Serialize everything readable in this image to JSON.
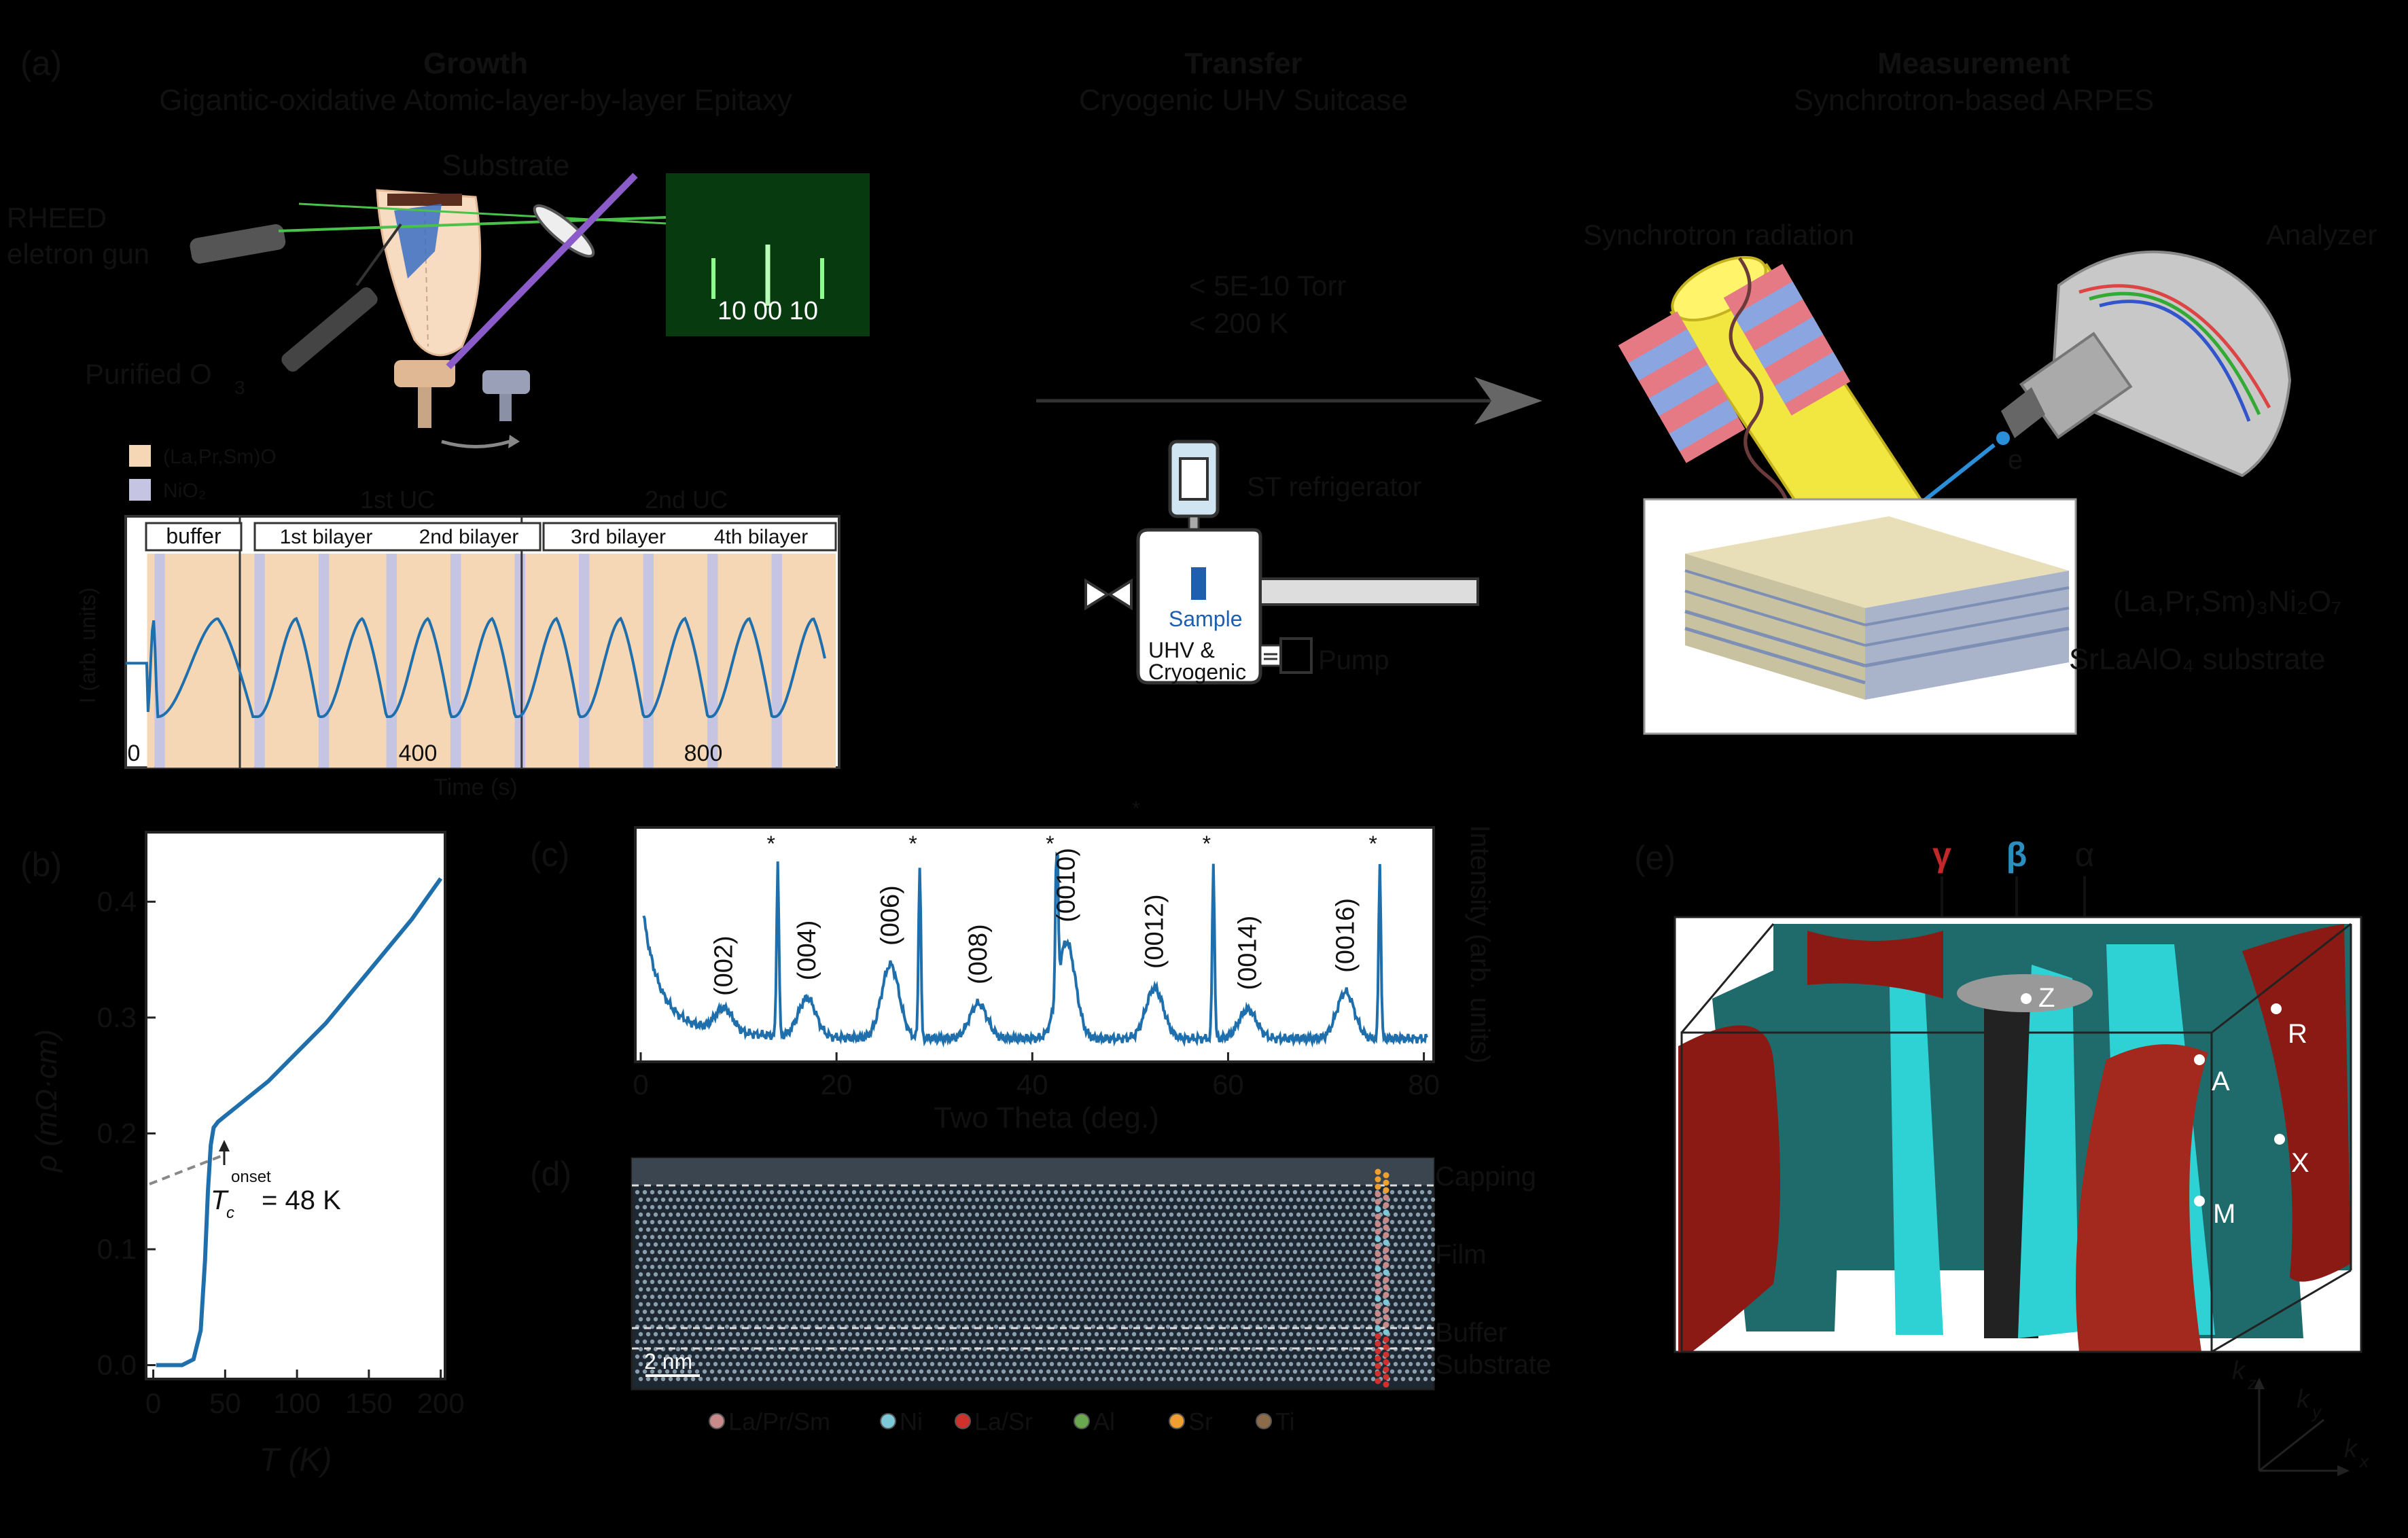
{
  "panel_a": {
    "label": "(a)",
    "growth": {
      "title": "Growth",
      "subtitle": "Gigantic-oxidative Atomic-layer-by-layer Epitaxy"
    },
    "transfer": {
      "title": "Transfer",
      "subtitle": "Cryogenic UHV Suitcase",
      "conditions": [
        "< 5E-10 Torr",
        "< 200 K"
      ]
    },
    "measurement": {
      "title": "Measurement",
      "subtitle": "Synchrotron-based ARPES"
    },
    "growth_labels": {
      "substrate": "Substrate",
      "rheed_1": "RHEED",
      "rheed_2": "eletron gun",
      "ozone": "Purified O",
      "ozone_sub": "3",
      "rheed_pattern": "10 00 10"
    },
    "transfer_labels": {
      "refrigerator": "ST refrigerator",
      "sample": "Sample",
      "chamber_1": "UHV &",
      "chamber_2": "Cryogenic",
      "pump": "Pump"
    },
    "arpes_labels": {
      "synchrotron": "Synchrotron radiation",
      "analyzer": "Analyzer",
      "electron": "e",
      "film": "(La,Pr,Sm)₃Ni₂O₇",
      "substrate": "SrLaAlO₄ substrate"
    },
    "colors": {
      "laprsmo": "#f6d7b5",
      "nio2": "#c6c4e3",
      "curve": "#1f6fad"
    }
  },
  "rheed_chart": {
    "chart_data": {
      "type": "line",
      "title": "",
      "xlabel": "Time (s)",
      "ylabel": "I (arb. units)",
      "xlim": [
        0,
        1000
      ],
      "xticks": [
        "0",
        "400",
        "800"
      ],
      "legend": [
        "(La,Pr,Sm)O",
        "NiO₂"
      ],
      "sections": {
        "buffer": "buffer",
        "uc1": "1st UC",
        "uc2": "2nd UC",
        "bilayers": [
          "1st bilayer",
          "2nd bilayer",
          "3rd bilayer",
          "4th bilayer"
        ]
      },
      "oscillation_minima_s": [
        45,
        185,
        275,
        370,
        460,
        550,
        640,
        730,
        820,
        910,
        1000
      ]
    }
  },
  "panel_b": {
    "label": "(b)",
    "annotation": "= 48 K",
    "annotation_tc": "T",
    "annotation_sub": "c",
    "annotation_sup": "onset",
    "chart_data": {
      "type": "line",
      "xlabel": "T (K)",
      "ylabel": "ρ (mΩ·cm)",
      "xlim": [
        0,
        200
      ],
      "ylim": [
        0,
        0.45
      ],
      "xticks": [
        "0",
        "50",
        "100",
        "150",
        "200"
      ],
      "yticks": [
        "0.0",
        "0.1",
        "0.2",
        "0.3",
        "0.4"
      ],
      "x": [
        2,
        20,
        28,
        33,
        36,
        38,
        40,
        42,
        45,
        50,
        60,
        80,
        100,
        120,
        150,
        180,
        200
      ],
      "y": [
        0.0,
        0.0,
        0.005,
        0.03,
        0.09,
        0.15,
        0.19,
        0.205,
        0.21,
        0.215,
        0.225,
        0.245,
        0.27,
        0.295,
        0.34,
        0.385,
        0.42
      ]
    }
  },
  "panel_c": {
    "label": "(c)",
    "star": "*",
    "chart_data": {
      "type": "line",
      "xlabel": "Two Theta (deg.)",
      "ylabel": "Intensity (arb. units)",
      "xlim": [
        0,
        80
      ],
      "xticks": [
        "0",
        "20",
        "40",
        "60",
        "80"
      ],
      "peaks": [
        {
          "label": "(002)",
          "x": 8.5,
          "h": 0.12
        },
        {
          "label": "(004)",
          "x": 17,
          "h": 0.2
        },
        {
          "label": "(006)",
          "x": 25.5,
          "h": 0.38
        },
        {
          "label": "(008)",
          "x": 34.5,
          "h": 0.18
        },
        {
          "label": "(0010)",
          "x": 43.5,
          "h": 0.5
        },
        {
          "label": "(0012)",
          "x": 52.5,
          "h": 0.26
        },
        {
          "label": "(0014)",
          "x": 62,
          "h": 0.15
        },
        {
          "label": "(0016)",
          "x": 72,
          "h": 0.24
        }
      ],
      "substrate_peaks": [
        14,
        28.5,
        42.5,
        58.5,
        75.5
      ]
    }
  },
  "panel_d": {
    "label": "(d)",
    "layers": [
      "Capping",
      "Film",
      "Buffer",
      "Substrate"
    ],
    "scale": "2 nm",
    "legend": [
      {
        "label": "La/Pr/Sm",
        "color": "#c98a8a"
      },
      {
        "label": "Ni",
        "color": "#7ec8d8"
      },
      {
        "label": "La/Sr",
        "color": "#d0312d"
      },
      {
        "label": "Al",
        "color": "#6aa84f"
      },
      {
        "label": "Sr",
        "color": "#f0a030"
      },
      {
        "label": "Ti",
        "color": "#8b6b4a"
      }
    ]
  },
  "panel_e": {
    "label": "(e)",
    "pockets": [
      {
        "symbol": "γ",
        "color": "#c0282a"
      },
      {
        "symbol": "β",
        "color": "#2a8fc0"
      },
      {
        "symbol": "α",
        "color": "#111111"
      }
    ],
    "points": [
      "Z",
      "R",
      "A",
      "X",
      "M"
    ],
    "axes": [
      "k",
      "k",
      "k"
    ],
    "axis_subs": [
      "z",
      "y",
      "x"
    ]
  }
}
